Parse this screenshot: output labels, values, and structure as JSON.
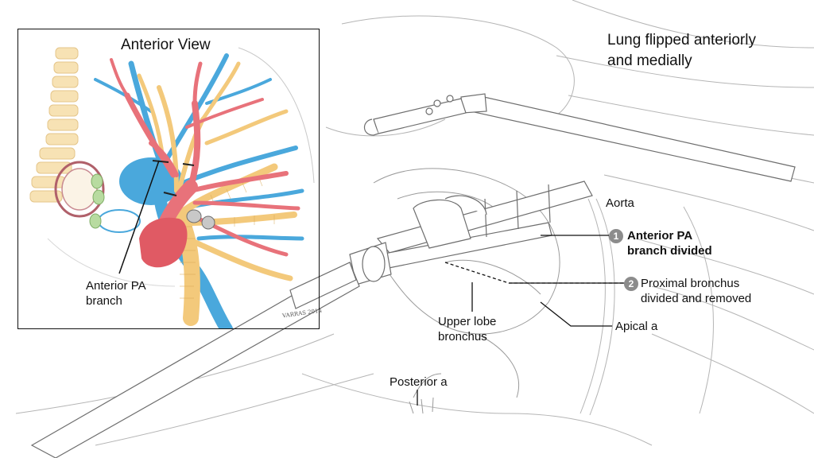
{
  "inset": {
    "title": "Anterior View",
    "label_line1": "Anterior PA",
    "label_line2": "branch",
    "signature": "VARRAS 2014"
  },
  "main": {
    "note_line1": "Lung flipped anteriorly",
    "note_line2": "and medially",
    "aorta": "Aorta",
    "step1": {
      "number": "1",
      "line1": "Anterior PA",
      "line2": "branch divided"
    },
    "step2": {
      "number": "2",
      "line1": "Proximal bronchus",
      "line2": "divided and removed"
    },
    "apical": "Apical a",
    "upper_lobe_line1": "Upper lobe",
    "upper_lobe_line2": "bronchus",
    "posterior": "Posterior a"
  },
  "colors": {
    "artery": "#e8727a",
    "vein": "#4aa8dc",
    "bronchus": "#f3c97b",
    "node": "#b8dba0",
    "outline": "#8a8a8a"
  }
}
